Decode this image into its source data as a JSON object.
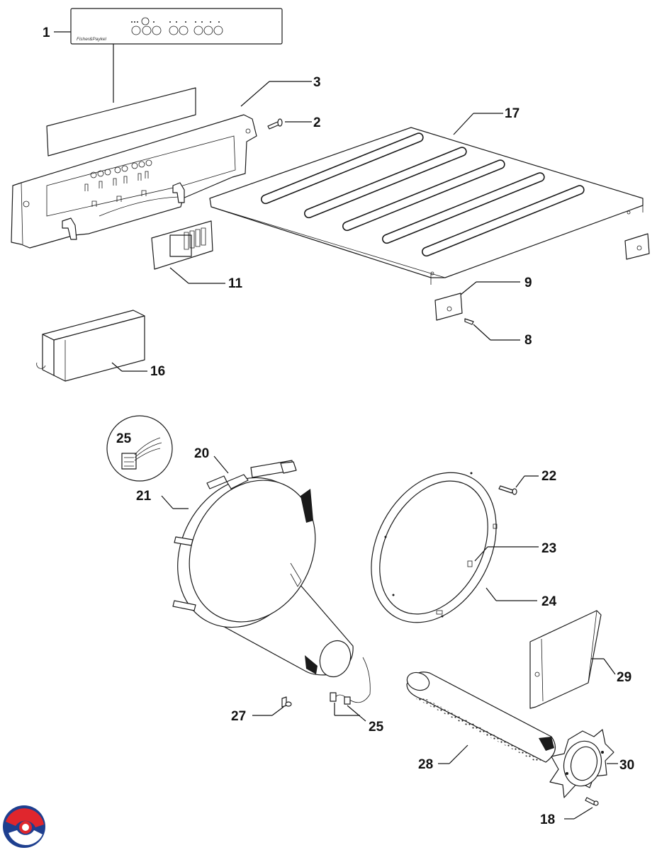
{
  "diagram": {
    "brand_text": "Fisher&Paykel",
    "labels": {
      "l1": "1",
      "l2": "2",
      "l3": "3",
      "l8": "8",
      "l9": "9",
      "l11": "11",
      "l16": "16",
      "l17": "17",
      "l18": "18",
      "l20": "20",
      "l21": "21",
      "l22": "22",
      "l23": "23",
      "l24": "24",
      "l25_inset": "25",
      "l25": "25",
      "l27": "27",
      "l28": "28",
      "l29": "29",
      "l30": "30"
    },
    "colors": {
      "line": "#1a1a1a",
      "logo_red": "#e0262d",
      "logo_blue": "#1e3f8f"
    }
  }
}
